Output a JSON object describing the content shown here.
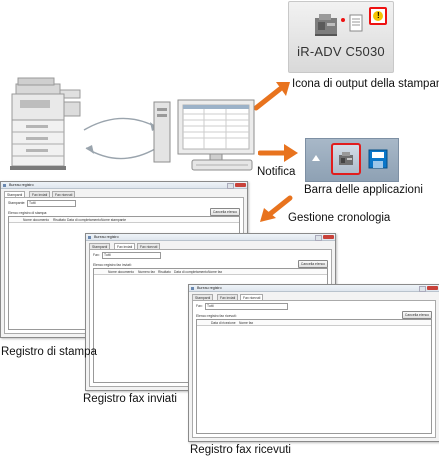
{
  "printer_icon": {
    "model": "iR-ADV C5030",
    "caption": "Icona di output della stampante"
  },
  "labels": {
    "notification": "Notifica",
    "taskbar": "Barra delle applicazioni",
    "history": "Gestione cronologia",
    "print_log": "Registro di stampa",
    "fax_sent_log": "Registro fax inviati",
    "fax_received_log": "Registro fax ricevuti"
  },
  "windows": {
    "title": "Bureau registro",
    "tabs": [
      "Stampanti",
      "Fax inviati",
      "Fax ricevuti"
    ],
    "print": {
      "select_label": "Stampante:",
      "select_value": "Tutti",
      "log_label": "Elenco registro di stampa:",
      "clear_button": "Cancella elenco",
      "columns": [
        "Nome documento",
        "Risultato",
        "Data di completamento",
        "Nome stampante"
      ]
    },
    "fax_sent": {
      "select_label": "Fax:",
      "select_value": "Tutti",
      "log_label": "Elenco registro fax inviati:",
      "clear_button": "Cancella elenco",
      "columns": [
        "Nome documento",
        "Numero fax",
        "Risultato",
        "Data di completamento",
        "Nome fax"
      ]
    },
    "fax_received": {
      "select_label": "Fax:",
      "select_value": "Tutti",
      "log_label": "Elenco registro fax ricevuti:",
      "clear_button": "Cancella elenco",
      "columns": [
        "Data di ricezione",
        "Nome fax"
      ]
    }
  },
  "colors": {
    "arrow": "#e8731e",
    "taskbar": "#97a9bc",
    "highlight": "#e11d1d"
  }
}
